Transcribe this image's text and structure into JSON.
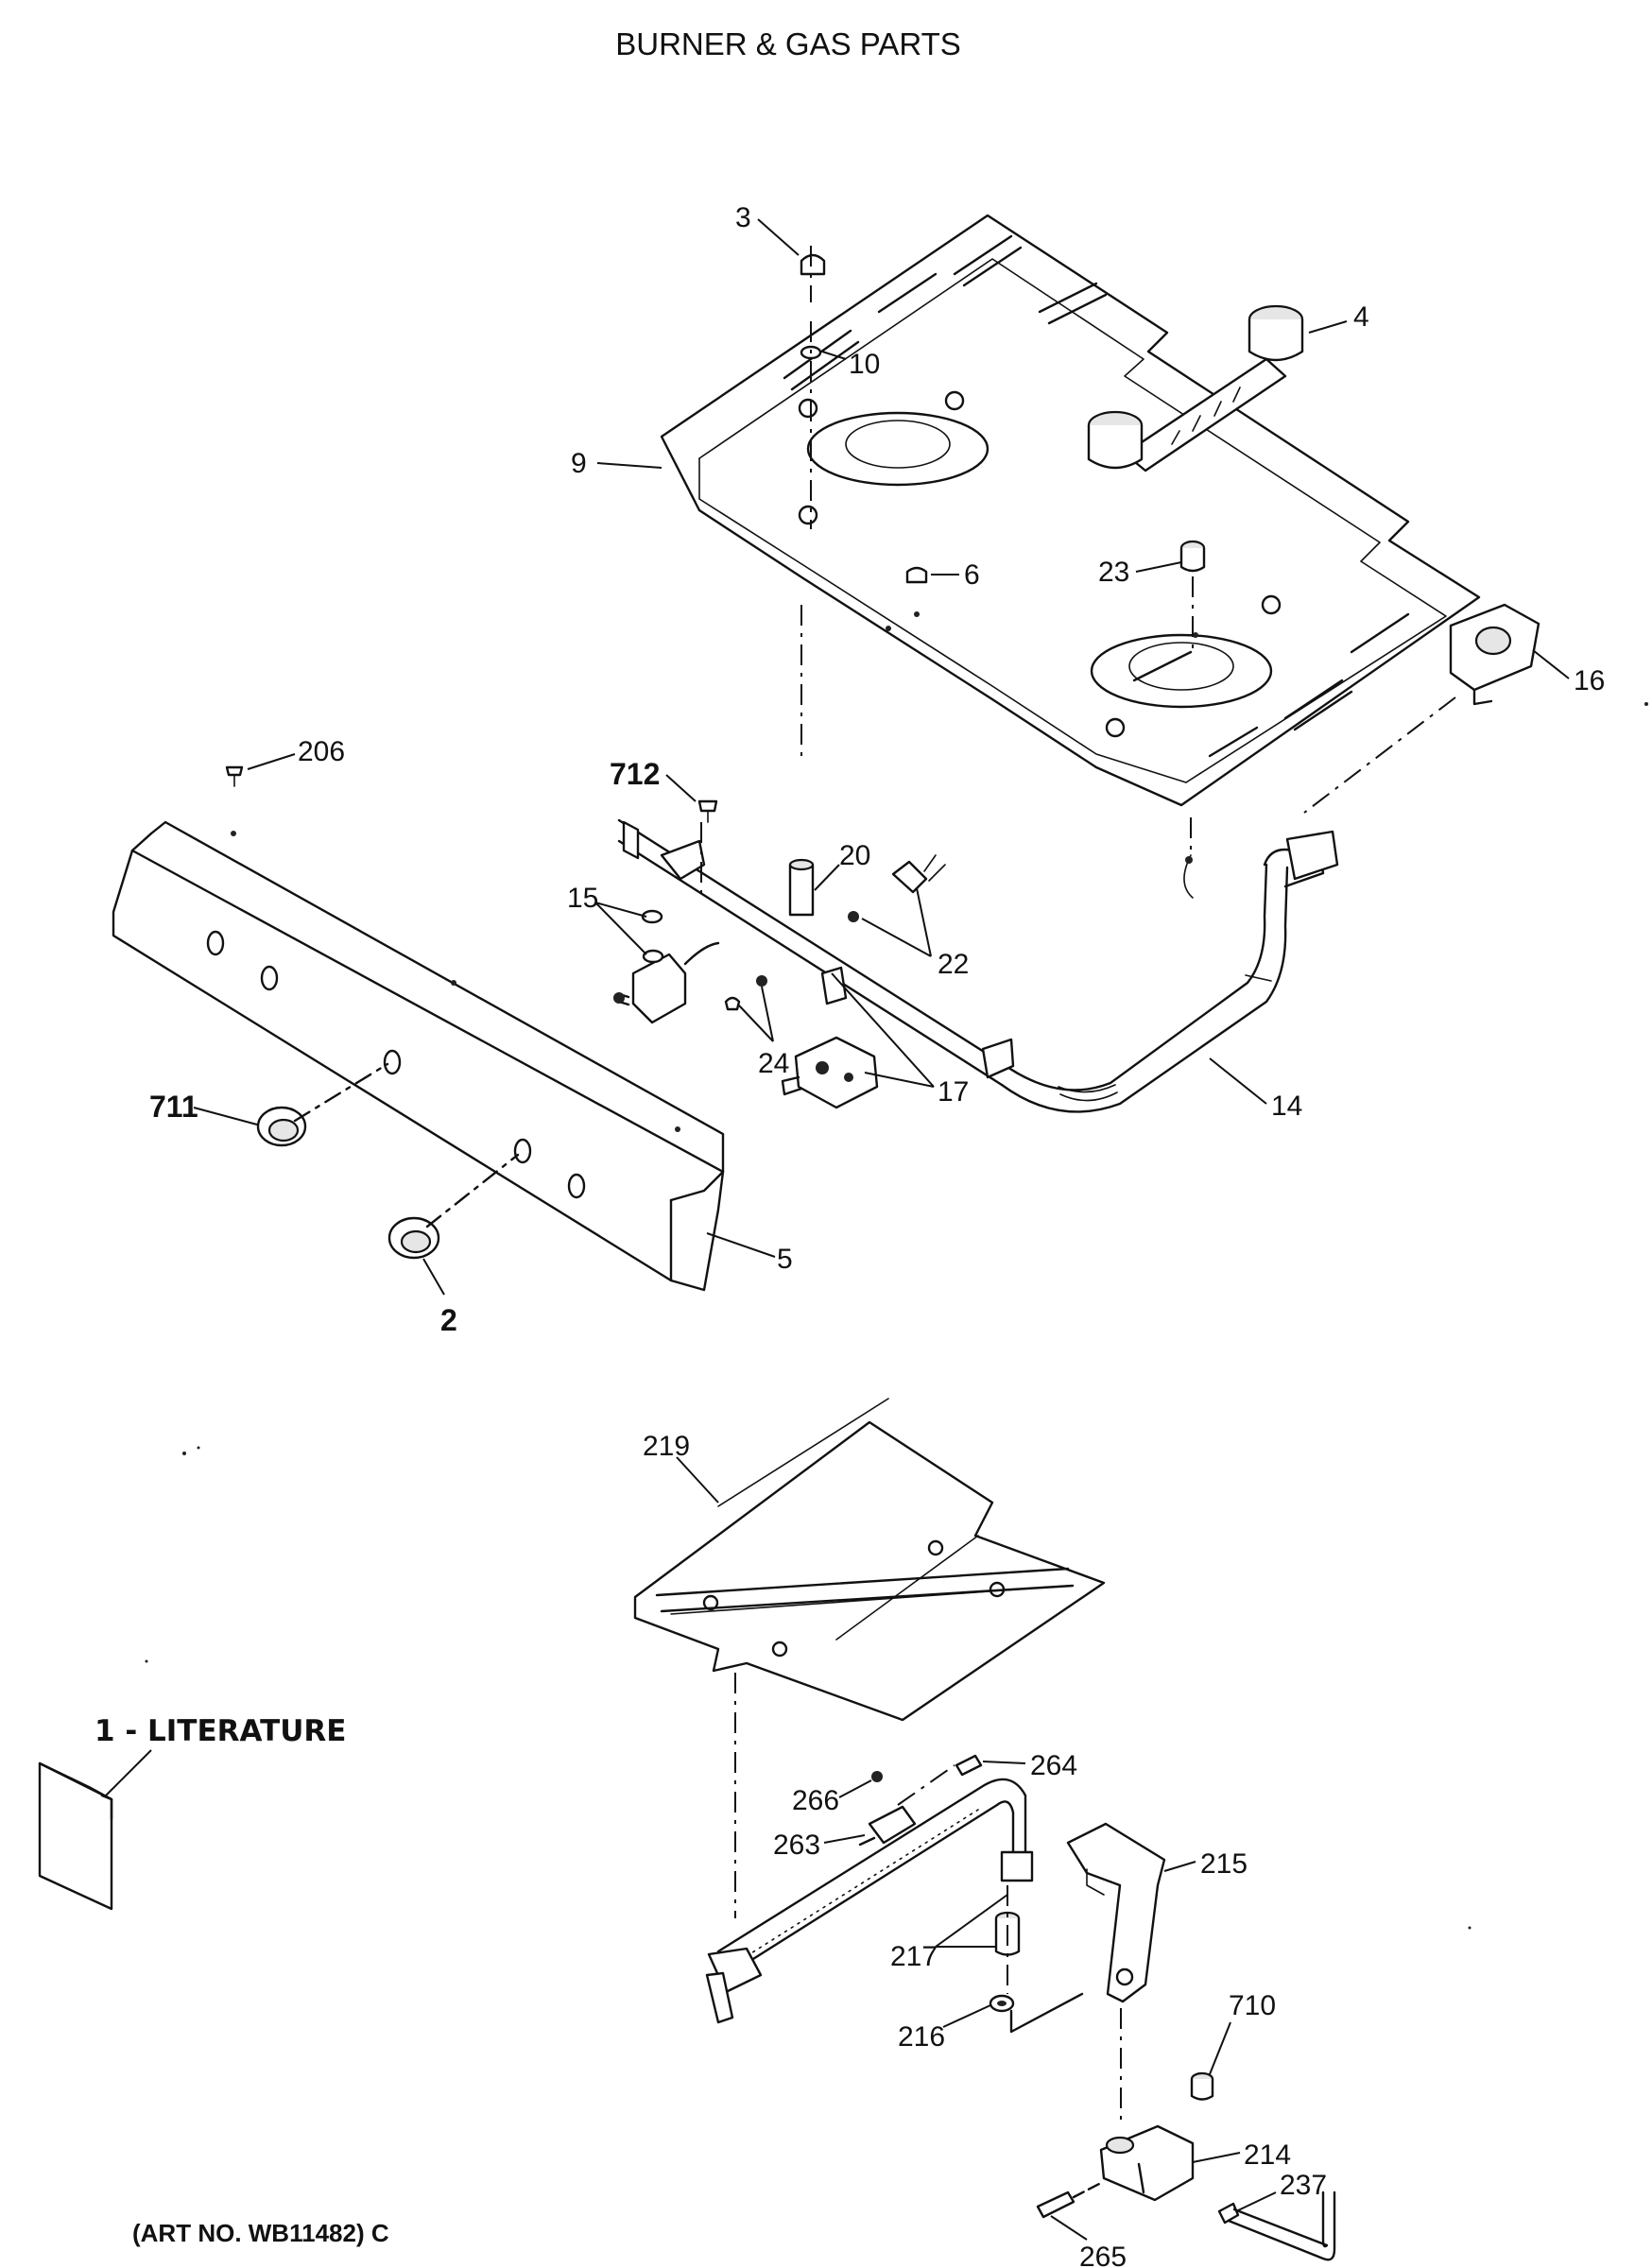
{
  "title": "BURNER & GAS PARTS",
  "footer": "(ART NO. WB11482) C",
  "literature_label": "1 - LITERATURE",
  "callouts": {
    "c2": "2",
    "c3": "3",
    "c4": "4",
    "c5": "5",
    "c6": "6",
    "c9": "9",
    "c10": "10",
    "c14": "14",
    "c15": "15",
    "c16": "16",
    "c17": "17",
    "c20": "20",
    "c22": "22",
    "c23": "23",
    "c24": "24",
    "c206": "206",
    "c711": "711",
    "c712": "712",
    "c219": "219",
    "c264": "264",
    "c266": "266",
    "c263": "263",
    "c215": "215",
    "c217": "217",
    "c216": "216",
    "c710": "710",
    "c214": "214",
    "c237": "237",
    "c265": "265"
  }
}
